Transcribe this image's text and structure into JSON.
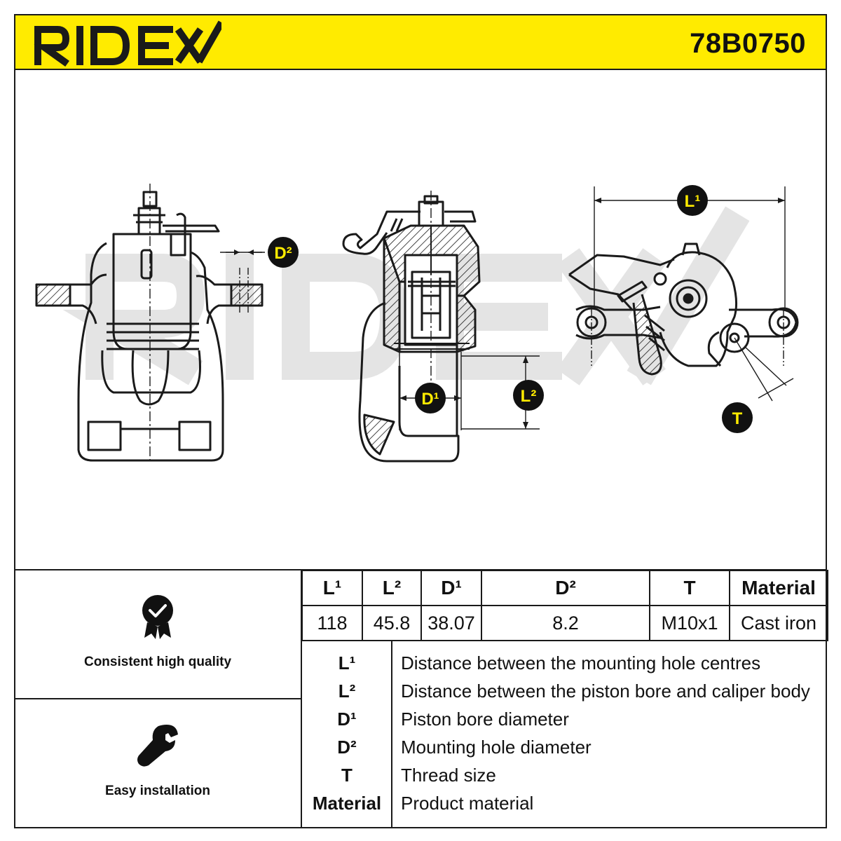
{
  "brand": {
    "logo_text": "RIDEX",
    "accent": "#ffeb00"
  },
  "part_number": "78B0750",
  "drawing": {
    "labels": {
      "l1": "L¹",
      "l2": "L²",
      "d1": "D¹",
      "d2": "D²",
      "t": "T"
    },
    "watermark": "RIDEX"
  },
  "features": [
    {
      "icon": "quality-badge-icon",
      "label": "Consistent high quality"
    },
    {
      "icon": "wrench-icon",
      "label": "Easy installation"
    }
  ],
  "specs": {
    "headers": [
      "L¹",
      "L²",
      "D¹",
      "D²",
      "T",
      "Material"
    ],
    "values": [
      "118",
      "45.8",
      "38.07",
      "8.2",
      "M10x1",
      "Cast iron"
    ]
  },
  "legend": [
    {
      "key": "L¹",
      "desc": "Distance between the mounting hole centres"
    },
    {
      "key": "L²",
      "desc": "Distance between the piston bore and caliper body"
    },
    {
      "key": "D¹",
      "desc": "Piston bore diameter"
    },
    {
      "key": "D²",
      "desc": "Mounting hole diameter"
    },
    {
      "key": "T",
      "desc": "Thread size"
    },
    {
      "key": "Material",
      "desc": "Product material"
    }
  ]
}
